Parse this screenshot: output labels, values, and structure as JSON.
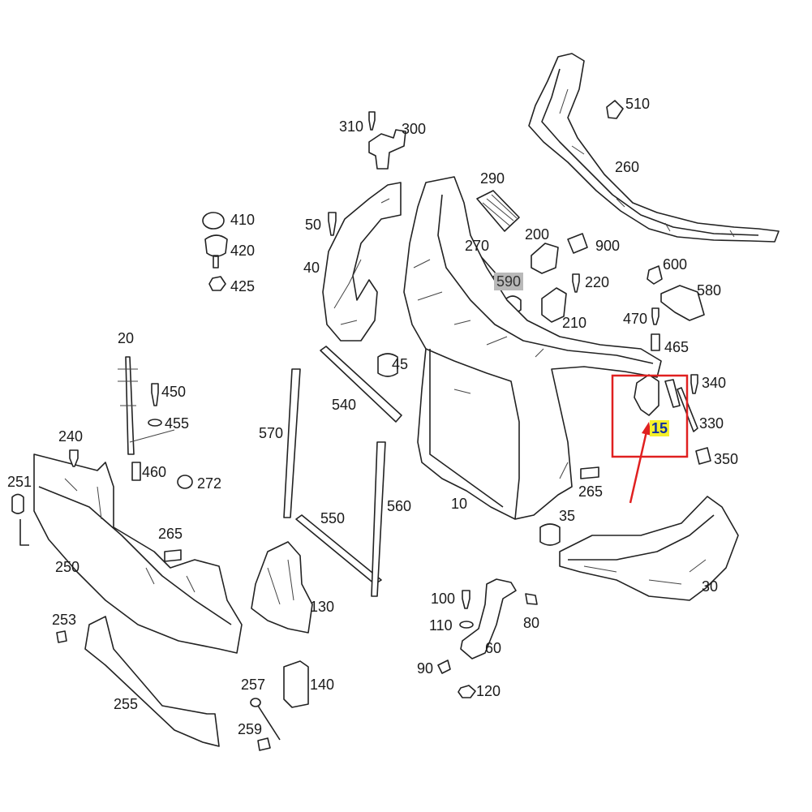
{
  "diagram": {
    "highlight_color": "#e02020",
    "callout_bg": "#f4ef2a",
    "labels": {
      "p10": "10",
      "p15": "15",
      "p20": "20",
      "p30": "30",
      "p35": "35",
      "p40": "40",
      "p45": "45",
      "p50": "50",
      "p60": "60",
      "p80": "80",
      "p90": "90",
      "p100": "100",
      "p110": "110",
      "p120": "120",
      "p130": "130",
      "p140": "140",
      "p200": "200",
      "p210": "210",
      "p220": "220",
      "p240": "240",
      "p250": "250",
      "p251": "251",
      "p253": "253",
      "p255": "255",
      "p257": "257",
      "p259": "259",
      "p260": "260",
      "p265a": "265",
      "p265b": "265",
      "p270": "270",
      "p272": "272",
      "p290": "290",
      "p300": "300",
      "p310": "310",
      "p330": "330",
      "p340": "340",
      "p350": "350",
      "p410": "410",
      "p420": "420",
      "p425": "425",
      "p450": "450",
      "p455": "455",
      "p460": "460",
      "p465": "465",
      "p470": "470",
      "p510": "510",
      "p540": "540",
      "p550": "550",
      "p560": "560",
      "p570": "570",
      "p580": "580",
      "p590": "590",
      "p600": "600",
      "p900": "900"
    }
  }
}
